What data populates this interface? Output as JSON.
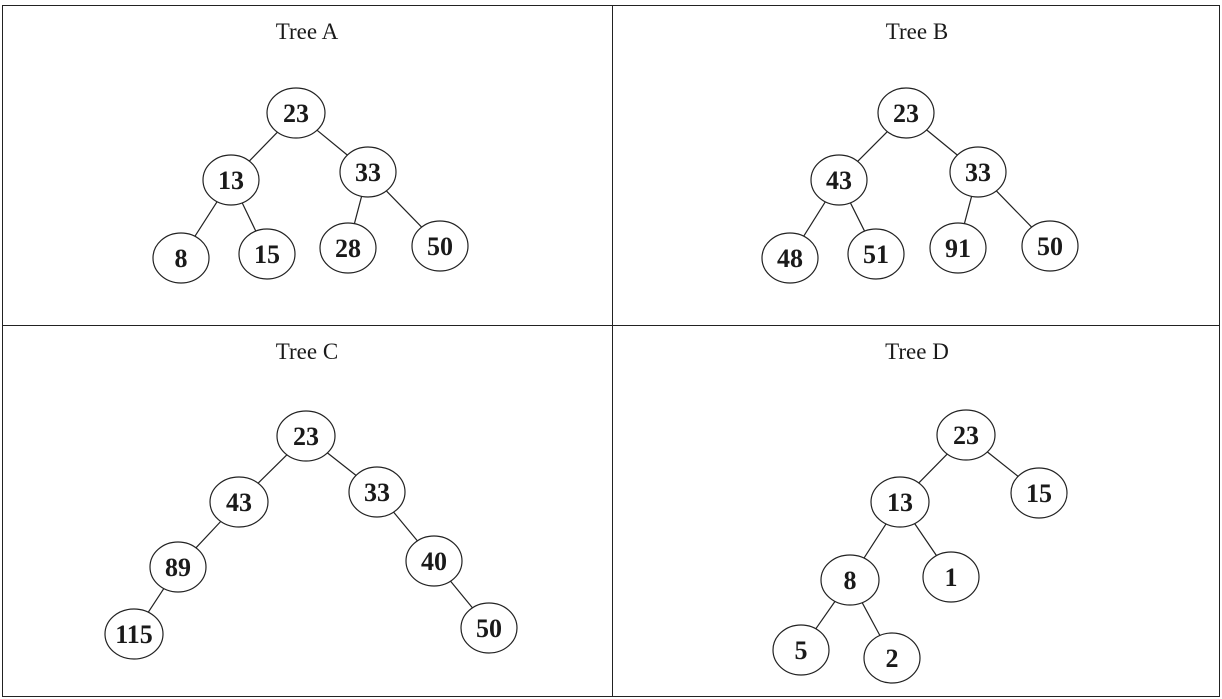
{
  "header_text": "",
  "panels": [
    {
      "title": "Tree A",
      "nodes": [
        {
          "id": "a0",
          "label": "23"
        },
        {
          "id": "a1",
          "label": "13"
        },
        {
          "id": "a2",
          "label": "33"
        },
        {
          "id": "a3",
          "label": "8"
        },
        {
          "id": "a4",
          "label": "15"
        },
        {
          "id": "a5",
          "label": "28"
        },
        {
          "id": "a6",
          "label": "50"
        }
      ],
      "edges": [
        [
          "a0",
          "a1"
        ],
        [
          "a0",
          "a2"
        ],
        [
          "a1",
          "a3"
        ],
        [
          "a1",
          "a4"
        ],
        [
          "a2",
          "a5"
        ],
        [
          "a2",
          "a6"
        ]
      ]
    },
    {
      "title": "Tree B",
      "nodes": [
        {
          "id": "b0",
          "label": "23"
        },
        {
          "id": "b1",
          "label": "43"
        },
        {
          "id": "b2",
          "label": "33"
        },
        {
          "id": "b3",
          "label": "48"
        },
        {
          "id": "b4",
          "label": "51"
        },
        {
          "id": "b5",
          "label": "91"
        },
        {
          "id": "b6",
          "label": "50"
        }
      ],
      "edges": [
        [
          "b0",
          "b1"
        ],
        [
          "b0",
          "b2"
        ],
        [
          "b1",
          "b3"
        ],
        [
          "b1",
          "b4"
        ],
        [
          "b2",
          "b5"
        ],
        [
          "b2",
          "b6"
        ]
      ]
    },
    {
      "title": "Tree C",
      "nodes": [
        {
          "id": "c0",
          "label": "23"
        },
        {
          "id": "c1",
          "label": "43"
        },
        {
          "id": "c2",
          "label": "33"
        },
        {
          "id": "c3",
          "label": "89"
        },
        {
          "id": "c4",
          "label": "40"
        },
        {
          "id": "c5",
          "label": "115"
        },
        {
          "id": "c6",
          "label": "50"
        }
      ],
      "edges": [
        [
          "c0",
          "c1"
        ],
        [
          "c0",
          "c2"
        ],
        [
          "c1",
          "c3"
        ],
        [
          "c2",
          "c4"
        ],
        [
          "c3",
          "c5"
        ],
        [
          "c4",
          "c6"
        ]
      ]
    },
    {
      "title": "Tree D",
      "nodes": [
        {
          "id": "d0",
          "label": "23"
        },
        {
          "id": "d1",
          "label": "13"
        },
        {
          "id": "d2",
          "label": "15"
        },
        {
          "id": "d3",
          "label": "8"
        },
        {
          "id": "d4",
          "label": "1"
        },
        {
          "id": "d5",
          "label": "5"
        },
        {
          "id": "d6",
          "label": "2"
        }
      ],
      "edges": [
        [
          "d0",
          "d1"
        ],
        [
          "d0",
          "d2"
        ],
        [
          "d1",
          "d3"
        ],
        [
          "d1",
          "d4"
        ],
        [
          "d3",
          "d5"
        ],
        [
          "d3",
          "d6"
        ]
      ]
    }
  ]
}
